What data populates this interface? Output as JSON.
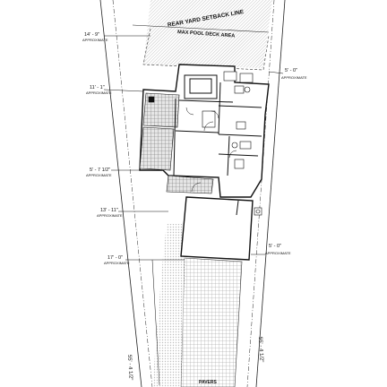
{
  "labels": {
    "rear_setback": "REAR YARD SETBACK LINE",
    "max_pool_deck": "MAX POOL DECK AREA",
    "pavers": "PAVERS",
    "approximate": "APPROXIMATE"
  },
  "dimensions": {
    "top_left": "14' - 9\"",
    "top_right": "5' - 0\"",
    "upper_left": "11' - 1\"",
    "mid_left": "5' - 7 1/2\"",
    "lower_left": "13' - 11\"",
    "bottom_left": "17' - 0\"",
    "bottom_right": "5' - 0\"",
    "side_left": "55' - 4 1/2\"",
    "side_right": "55' - 4 1/2\""
  },
  "colors": {
    "line": "#111111",
    "hatch": "#c8c8c8",
    "tile": "#9a9a9a",
    "paper": "#ffffff"
  }
}
